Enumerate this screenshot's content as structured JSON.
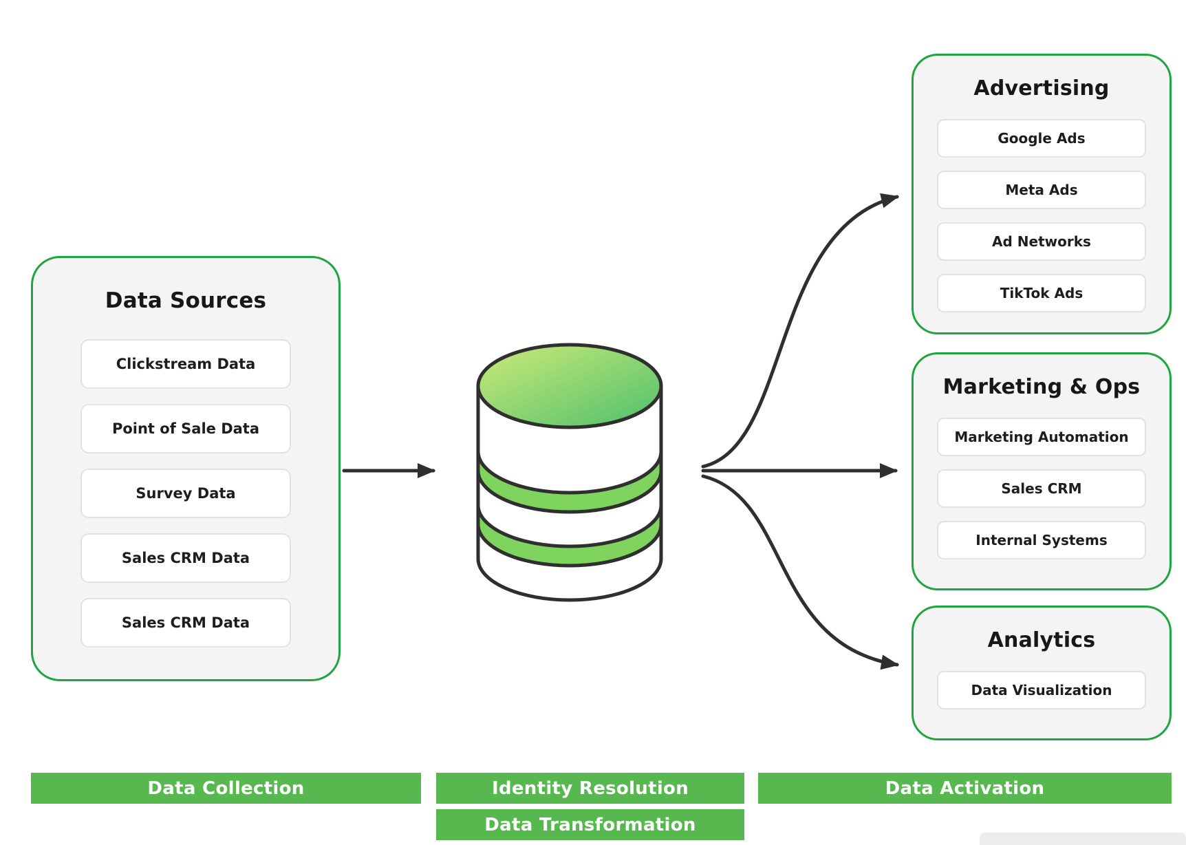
{
  "diagram": {
    "data_sources": {
      "title": "Data Sources",
      "items": [
        "Clickstream Data",
        "Point of Sale Data",
        "Survey Data",
        "Sales CRM Data",
        "Sales CRM Data"
      ]
    },
    "database_icon": "database-cylinder-icon",
    "destinations": [
      {
        "title": "Advertising",
        "items": [
          "Google Ads",
          "Meta Ads",
          "Ad Networks",
          "TikTok Ads"
        ]
      },
      {
        "title": "Marketing & Ops",
        "items": [
          "Marketing Automation",
          "Sales CRM",
          "Internal Systems"
        ]
      },
      {
        "title": "Analytics",
        "items": [
          "Data Visualization"
        ]
      }
    ],
    "stages": [
      {
        "label": "Data Collection"
      },
      {
        "label": "Identity Resolution"
      },
      {
        "label": "Data Activation"
      },
      {
        "label": "Data Transformation"
      }
    ]
  },
  "colors": {
    "group_border_green": "#1fa53f",
    "banner_green": "#57b84f",
    "group_bg": "#f4f4f4",
    "item_border": "#e2e2e2",
    "arrow": "#2f2f2f",
    "cylinder_stripe": "#7fd45f",
    "cylinder_gradient_start": "#cdea79",
    "cylinder_gradient_end": "#4fc06c",
    "text_dark": "#1c1c1c"
  }
}
